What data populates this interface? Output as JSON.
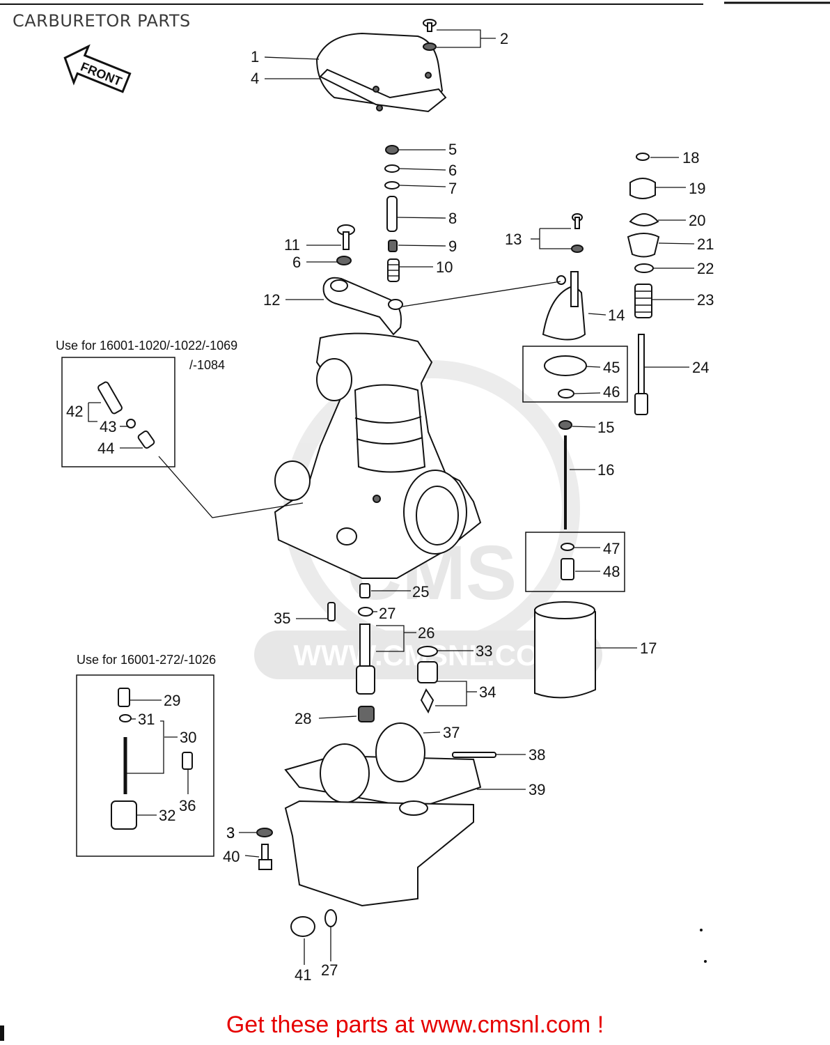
{
  "title": "CARBURETOR PARTS",
  "footer": "Get these parts at www.cmsnl.com !",
  "watermark": {
    "brand": "CMS",
    "site": "WWW.CMSNL.COM"
  },
  "front_label": "FRONT",
  "notes": {
    "note1_line1": "Use for 16001-1020/-1022/-1069",
    "note1_line2": "/-1084",
    "note2": "Use for 16001-272/-1026"
  },
  "callouts": [
    "1",
    "2",
    "3",
    "4",
    "5",
    "6",
    "7",
    "8",
    "9",
    "10",
    "11",
    "6",
    "12",
    "13",
    "14",
    "18",
    "19",
    "20",
    "21",
    "22",
    "23",
    "24",
    "45",
    "46",
    "15",
    "16",
    "47",
    "48",
    "42",
    "43",
    "44",
    "25",
    "27",
    "26",
    "35",
    "33",
    "34",
    "17",
    "28",
    "37",
    "38",
    "39",
    "29",
    "31",
    "30",
    "36",
    "32",
    "3",
    "40",
    "41",
    "27"
  ],
  "colors": {
    "footer": "#e60000",
    "ink": "#111111",
    "watermark": "#d8d8d8"
  }
}
